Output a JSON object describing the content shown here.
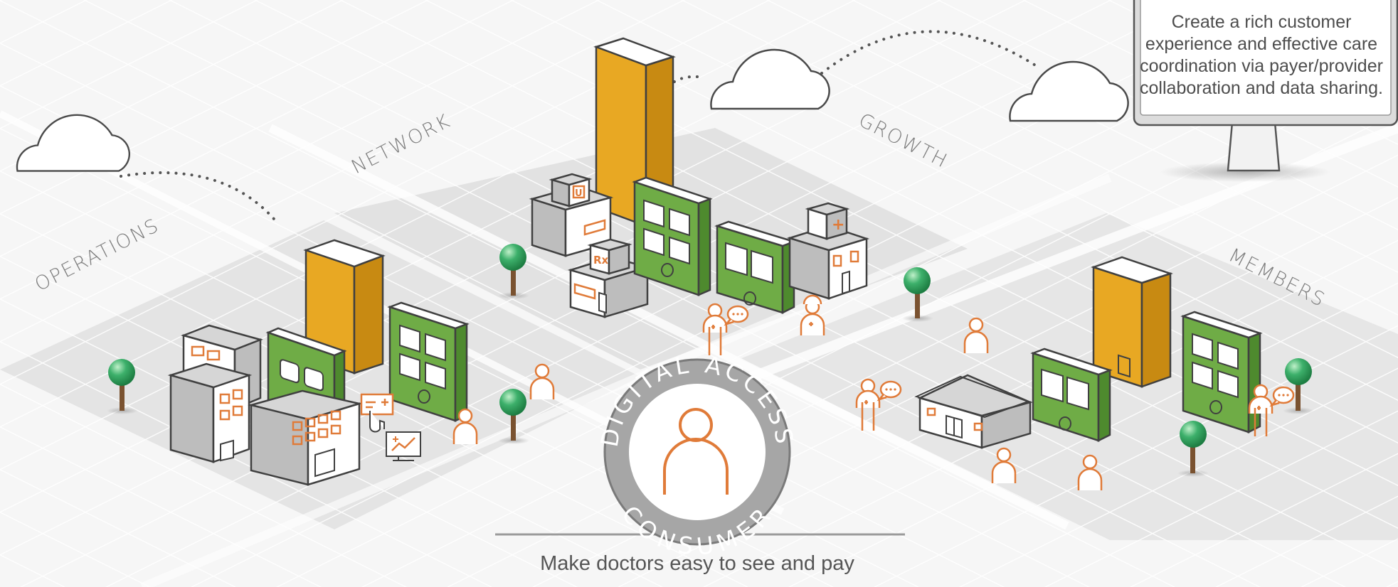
{
  "districts": {
    "operations": "OPERATIONS",
    "network": "NETWORK",
    "growth": "GROWTH",
    "members": "MEMBERS"
  },
  "badge": {
    "top_text": "DIGITAL ACCESS",
    "bottom_text": "CONSUMER",
    "icon": "person-icon"
  },
  "caption": "Make doctors easy to see and pay",
  "monitor": {
    "text": "Create a rich customer experience and effective care coordination via payer/provider collaboration and data sharing."
  },
  "icons": {
    "cloud": "cloud-icon",
    "tree": "tree-icon",
    "person": "person-icon",
    "doctor": "doctor-icon",
    "building": "building-icon",
    "phone": "phone-icon",
    "tower": "tower-icon",
    "pharmacy": "pharmacy-icon",
    "urgent_care": "urgent-care-icon",
    "hospital": "hospital-icon",
    "house": "house-icon",
    "monitor": "monitor-icon",
    "chat": "chat-bubble-icon"
  },
  "pharmacy_glyph": "Rx",
  "urgent_glyph": "U",
  "hospital_glyph": "+",
  "colors": {
    "orange": "#E07B39",
    "yellow": "#E8A823",
    "green": "#6FAC46",
    "tree": "#3DB06B",
    "grey": "#C8C8C8",
    "badge": "#A6A6A6",
    "outline": "#404040"
  }
}
